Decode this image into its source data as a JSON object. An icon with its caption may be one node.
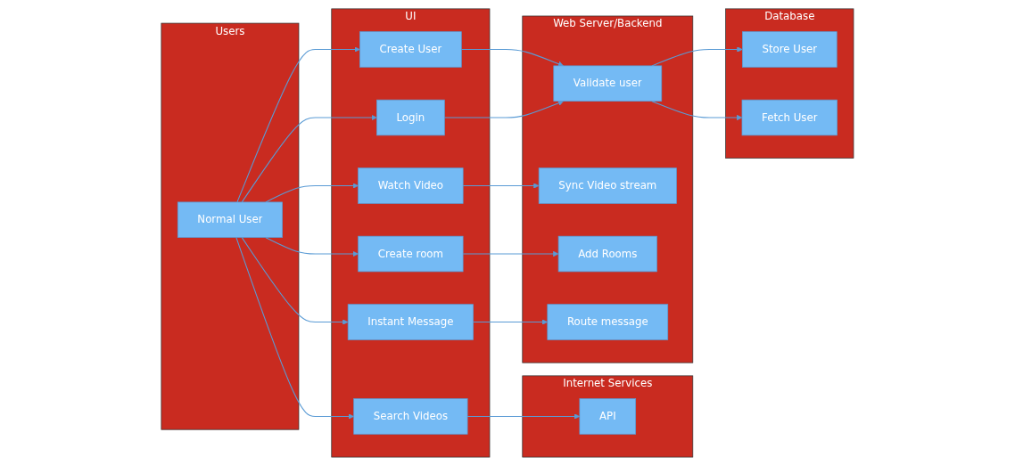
{
  "diagram": {
    "nodes": [
      {
        "text": [
          "Users"
        ]
      },
      {
        "text": [
          "Normal User"
        ],
        "in": 0
      },
      {
        "text": [
          "UI"
        ]
      },
      {
        "text": [
          "Create User"
        ],
        "in": 2
      },
      {
        "text": [
          "Login"
        ],
        "in": 2
      },
      {
        "text": [
          "Search Videos"
        ],
        "in": 2
      },
      {
        "text": [
          "Create room"
        ],
        "in": 2
      },
      {
        "text": [
          "Watch Video"
        ],
        "in": 2
      },
      {
        "text": [
          "Instant Message"
        ],
        "in": 2
      },
      {
        "text": [
          "Internet Services"
        ]
      },
      {
        "text": [
          "API"
        ],
        "in": 9
      },
      {
        "text": [
          "Web Server/Backend"
        ]
      },
      {
        "text": [
          "Validate user"
        ],
        "in": 11
      },
      {
        "text": [
          "Sync Video stream"
        ],
        "in": 11
      },
      {
        "text": [
          "Add Rooms"
        ],
        "in": 11
      },
      {
        "text": [
          "Route message"
        ],
        "in": 11
      },
      {
        "text": [
          "Database"
        ]
      },
      {
        "text": [
          "Store User"
        ],
        "in": 16
      },
      {
        "text": [
          "Fetch User"
        ],
        "in": 16
      }
    ],
    "edges": [
      {
        "from": 1,
        "to": 3,
        "arrow": "to"
      },
      {
        "from": 1,
        "to": 4,
        "arrow": "to"
      },
      {
        "from": 1,
        "to": 5,
        "arrow": "to"
      },
      {
        "from": 1,
        "to": 6,
        "arrow": "to"
      },
      {
        "from": 1,
        "to": 7,
        "arrow": "to"
      },
      {
        "from": 1,
        "to": 8,
        "arrow": "to"
      },
      {
        "from": 3,
        "to": 12,
        "arrow": "to"
      },
      {
        "from": 4,
        "to": 12,
        "arrow": "to"
      },
      {
        "from": 5,
        "to": 10,
        "arrow": "to"
      },
      {
        "from": 6,
        "to": 14,
        "arrow": "to"
      },
      {
        "from": 7,
        "to": 13,
        "arrow": "to"
      },
      {
        "from": 8,
        "to": 15,
        "arrow": "to"
      },
      {
        "from": 12,
        "to": 17,
        "arrow": "to"
      },
      {
        "from": 12,
        "to": 18,
        "arrow": "to"
      }
    ]
  }
}
